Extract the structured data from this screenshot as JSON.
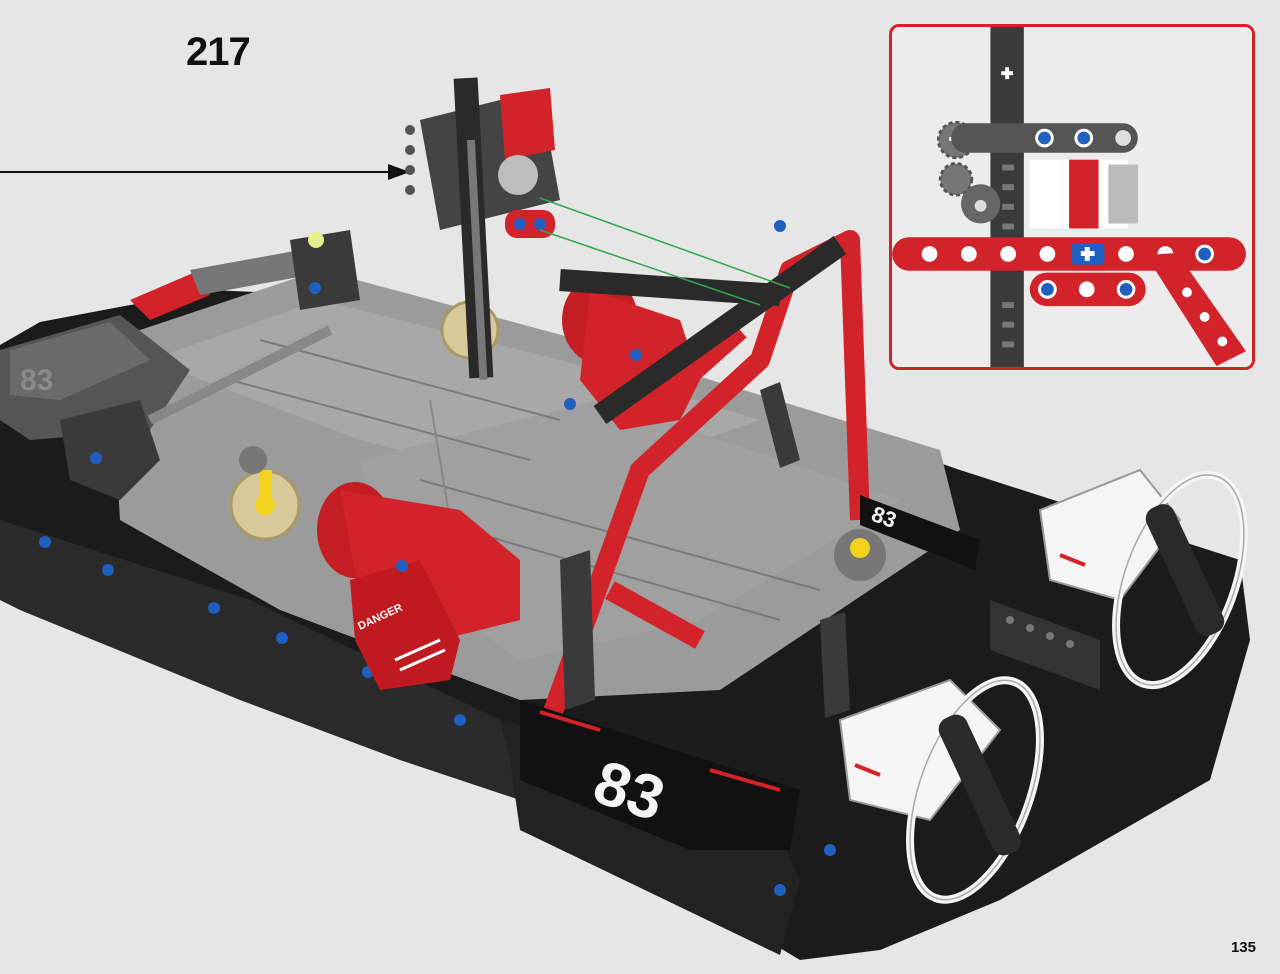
{
  "page": {
    "step_number": "217",
    "page_number": "135"
  },
  "model": {
    "decal_number": "83",
    "side_decal_text": "DANGER"
  },
  "colors": {
    "background": "#e6e6e6",
    "technic_red": "#d2232a",
    "dark_gray": "#3a3a3a",
    "black": "#1b1b1b",
    "light_gray": "#a8a8a8",
    "white": "#f5f5f5",
    "pin_blue": "#1f5fbf",
    "tan_gear": "#d9c99a",
    "yellow": "#f1d21c",
    "guide_green": "#2fa84f",
    "callout_border": "#d2232a"
  },
  "icons": {
    "arrow": "arrow-icon",
    "gear": "gear-icon",
    "axle": "axle-icon",
    "pin": "pin-icon",
    "propeller": "propeller-icon"
  }
}
